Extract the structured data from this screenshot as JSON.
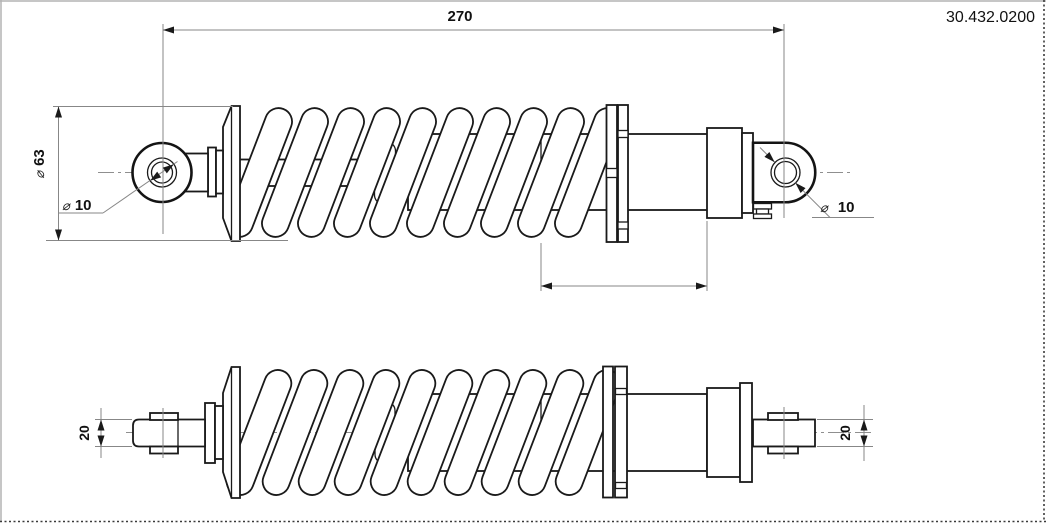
{
  "part_number": "30.432.0200",
  "dims": {
    "overall_length": "270",
    "dia": "⌀",
    "spring_od": "63",
    "eye_bore_left": "10",
    "eye_bore_right": "10",
    "eye_width_left": "20",
    "eye_width_right": "20"
  },
  "colors": {
    "line": "#1a1a1a",
    "dim_line": "#878787",
    "background": "#ffffff"
  }
}
